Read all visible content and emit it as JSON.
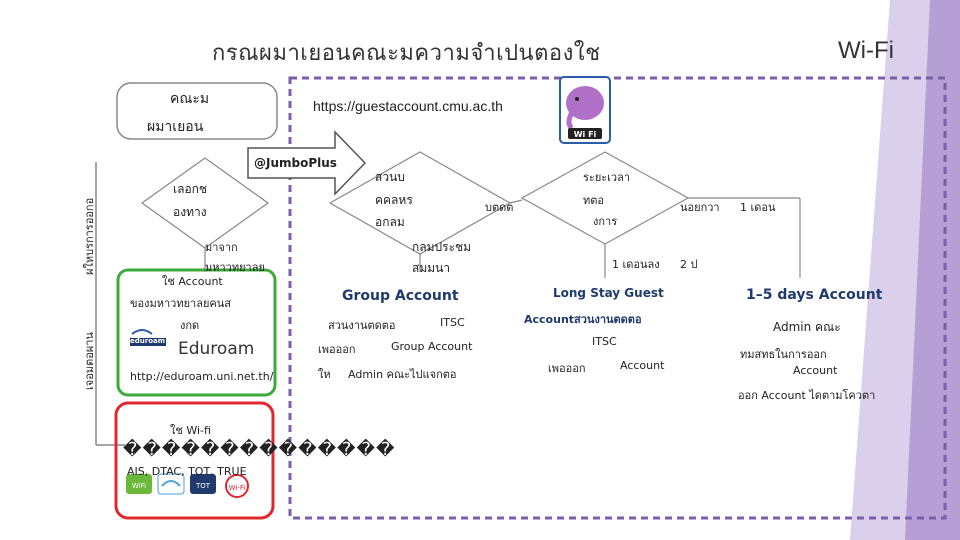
{
  "title": "กรณผมาเยอนคณะมความจำเปนตองใช",
  "title_wifi": "Wi-Fi",
  "guest_box": {
    "line1": "คณะม",
    "line2": "ผมาเยอน"
  },
  "url": "https://guestaccount.cmu.ac.th",
  "arrow_label": "@JumboPlus",
  "side_labels": {
    "admin": "ผใหบรการออกอ",
    "agency": "เจอมตอผาน"
  },
  "choose": {
    "line1": "เลอกช",
    "line2": "องทาง"
  },
  "from": {
    "line1": "มาจาก",
    "line2": "มหาวทยาลย",
    "line3": "ใช Account",
    "line4": "ของมหาวทยาลยคนส",
    "line5": "งกด"
  },
  "eduroam": {
    "logo": "eduroam",
    "label": "Eduroam",
    "link": "http://eduroam.uni.net.th/"
  },
  "provider": {
    "line1": "ใช Wi-fi",
    "boxes": "��������������",
    "operators": "AIS, DTAC, TOT, TRUE"
  },
  "center": {
    "line1": "สวนบ",
    "line2": "คคลหร",
    "line3": "อกลม",
    "contact": "บตดต",
    "line4": "กลมประชม",
    "line5": "สมมนา"
  },
  "duration": {
    "line1": "ระยะเวลา",
    "line2": "ทตอ",
    "line3": "งการ",
    "less": "นอยกวา",
    "one_day": "1 เดอน",
    "more": "1 เดอนลง",
    "two_year": "2 ป"
  },
  "group_account": {
    "heading": "Group Account",
    "line1a": "สวนงานตดตอ",
    "line1b": "ITSC",
    "line2a": "เพอออก",
    "line2b": "Group Account",
    "line3a": "ให",
    "line3b": "Admin คณะไปแจกตอ"
  },
  "long_stay": {
    "heading": "Long Stay Guest",
    "line1": "Accountสวนงานตดตอ",
    "line2": "ITSC",
    "line3a": "เพอออก",
    "line3b": "Account"
  },
  "short_stay": {
    "heading": "1–5 days Account",
    "line1": "Admin คณะ",
    "line2": "ทมสทธในการออก",
    "line3": "Account",
    "line4": "ออก Account ไดตามโควตา"
  },
  "colors": {
    "dashed_border": "#7b5ea8",
    "purple_deco": "#9b7fc4",
    "red_box": "#e0282e",
    "green_box": "#3cab3c",
    "arrow": "#555555"
  }
}
